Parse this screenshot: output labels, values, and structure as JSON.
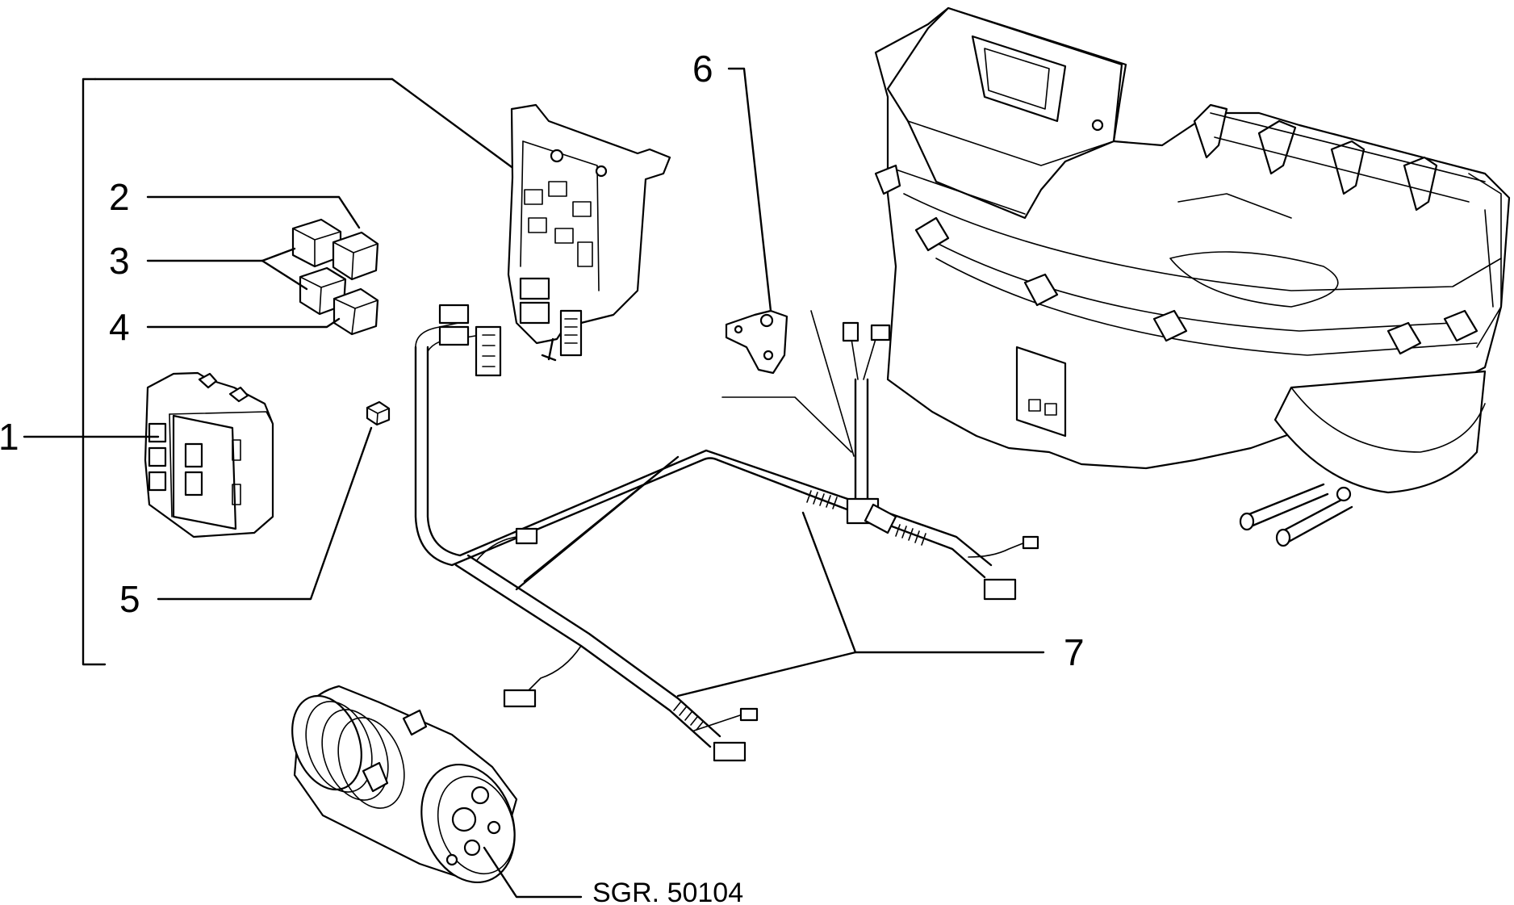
{
  "callouts": {
    "c1": "1",
    "c2": "2",
    "c3": "3",
    "c4": "4",
    "c5": "5",
    "c6": "6",
    "c7": "7"
  },
  "reference_code": "SGR. 50104"
}
